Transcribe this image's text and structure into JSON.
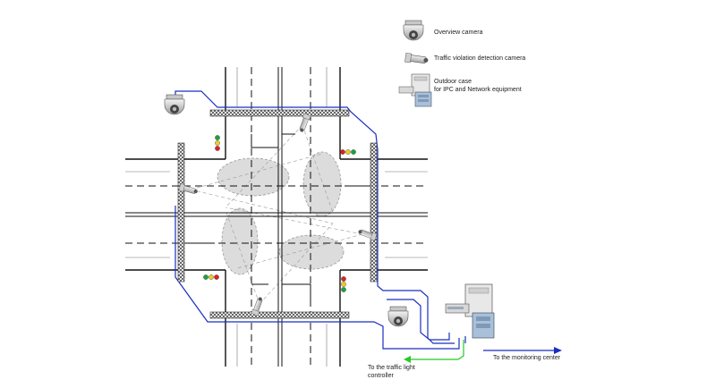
{
  "legend": {
    "overview_camera": "Overview camera",
    "violation_camera": "Traffic violation detection camera",
    "outdoor_case_line1": "Outdoor case",
    "outdoor_case_line2": "for IPC and Network equipment"
  },
  "labels": {
    "traffic_light_line1": "To the traffic light",
    "traffic_light_line2": "controller",
    "monitoring_center": "To the monitoring center"
  },
  "colors": {
    "network_cable": "#1a2fc0",
    "controller_cable": "#22cc22",
    "coverage_fill": "#dcdcdc",
    "road_line": "#111111",
    "light_red": "#e02020",
    "light_yellow": "#e8d020",
    "light_green": "#20a040"
  },
  "icons": {
    "overview_camera": "dome-camera-icon",
    "violation_camera": "box-camera-icon",
    "outdoor_case": "equipment-cabinet-icon",
    "traffic_light": "traffic-light-icon"
  }
}
